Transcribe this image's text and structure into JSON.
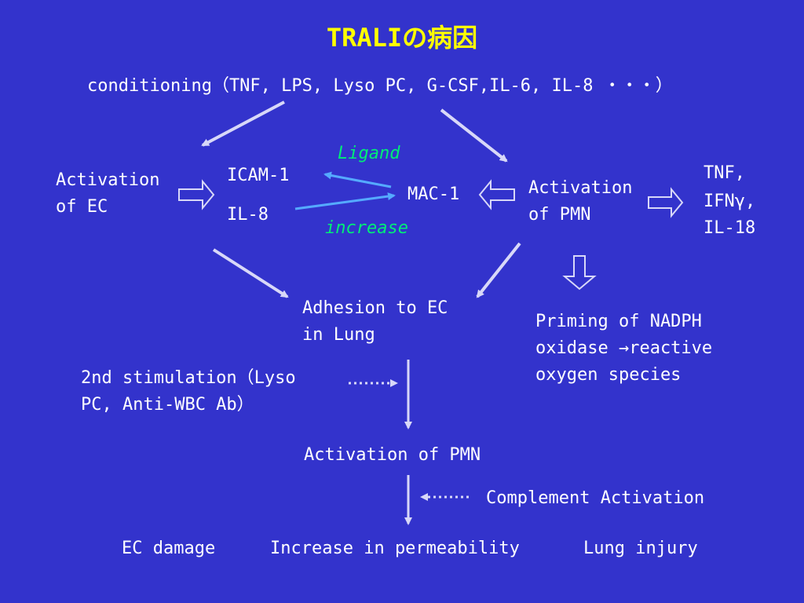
{
  "title": "TRALIの病因",
  "conditioning": "conditioning（TNF, LPS, Lyso PC, G-CSF,IL-6, IL-8 ・・・）",
  "activation_ec": [
    "Activation",
    "of EC"
  ],
  "icam": "ICAM-1",
  "il8": "IL-8",
  "ligand": "Ligand",
  "mac1": "MAC-1",
  "increase": "increase",
  "activation_pmn": [
    "Activation",
    "of PMN"
  ],
  "cytokines": [
    "TNF,",
    "IFNγ,",
    "IL-18"
  ],
  "adhesion": [
    "Adhesion to EC",
    "in Lung"
  ],
  "priming": [
    "Priming of NADPH",
    "oxidase →reactive",
    "oxygen species"
  ],
  "second_stim": [
    "2nd stimulation（Lyso",
    "PC, Anti-WBC Ab）"
  ],
  "activation_pmn2": "Activation of PMN",
  "complement": "Complement Activation",
  "outcomes": [
    "EC damage",
    "Increase in permeability",
    "Lung injury"
  ],
  "colors": {
    "background": "#3333cc",
    "title": "#ffff00",
    "text": "#ffffff",
    "ligand_text": "#00ee77",
    "ligand_arrow": "#55aaff",
    "arrow": "#d8d8f8"
  }
}
